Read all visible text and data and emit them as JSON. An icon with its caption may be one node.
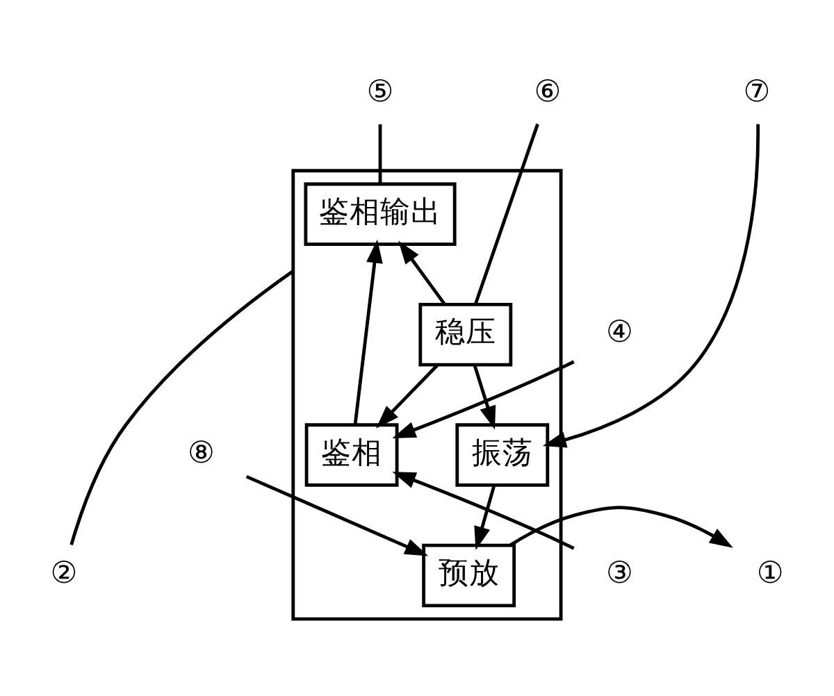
{
  "diagram": {
    "nodes": [
      {
        "text": [],
        "shape": "box"
      },
      {
        "text": [
          "鉴相输出"
        ],
        "in": 0
      },
      {
        "text": [
          "振荡"
        ],
        "in": 0
      },
      {
        "text": [
          "稳压"
        ],
        "in": 0
      },
      {
        "text": [
          "鉴相"
        ],
        "in": 0
      },
      {
        "text": [
          "预放"
        ],
        "in": 0
      },
      {
        "text": [
          "⑤"
        ]
      },
      {
        "text": [
          "⑥"
        ]
      },
      {
        "text": [
          "⑦"
        ]
      },
      {
        "text": [
          "⑧"
        ]
      },
      {
        "text": [
          "④"
        ]
      },
      {
        "text": [
          "③"
        ]
      },
      {
        "text": [
          "②"
        ]
      },
      {
        "text": [
          "①"
        ]
      }
    ],
    "edges": [
      {
        "from": 6,
        "to": 1,
        "arrow": "none"
      },
      {
        "from": 7,
        "to": 3,
        "arrow": "none"
      },
      {
        "from": 8,
        "to": 2,
        "arrow": "to"
      },
      {
        "from": 9,
        "to": 5,
        "arrow": "to"
      },
      {
        "from": 10,
        "to": 4,
        "arrow": "to"
      },
      {
        "from": 11,
        "to": 4,
        "arrow": "to"
      },
      {
        "from": 5,
        "to": 13,
        "arrow": "to"
      },
      {
        "from": 12,
        "to": 0,
        "arrow": "none"
      },
      {
        "from": 3,
        "to": 2,
        "arrow": "to"
      },
      {
        "from": 3,
        "to": 1,
        "arrow": "to"
      },
      {
        "from": 3,
        "to": 4,
        "arrow": "to"
      },
      {
        "from": 4,
        "to": 1,
        "arrow": "to"
      },
      {
        "from": 2,
        "to": 5,
        "arrow": "to"
      }
    ]
  }
}
